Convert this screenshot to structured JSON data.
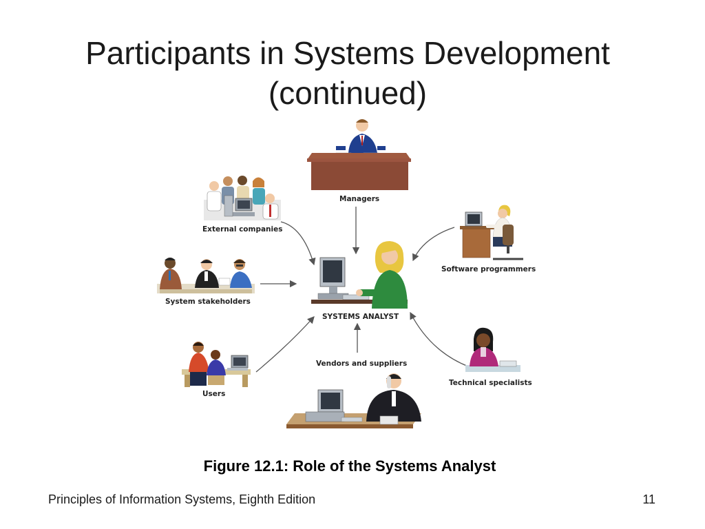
{
  "slide": {
    "title_line1": "Participants in Systems Development",
    "title_line2": "(continued)",
    "caption": "Figure 12.1: Role of the Systems Analyst",
    "footer": "Principles of Information Systems, Eighth Edition",
    "page_number": "11"
  },
  "diagram": {
    "center": "SYSTEMS ANALYST",
    "nodes": {
      "managers": "Managers",
      "external_companies": "External companies",
      "system_stakeholders": "System stakeholders",
      "users": "Users",
      "vendors_suppliers": "Vendors and suppliers",
      "software_programmers": "Software programmers",
      "technical_specialists": "Technical specialists"
    }
  },
  "colors": {
    "title": "#1a1a1a",
    "arrow": "#555555",
    "desk_brown": "#8b4a36",
    "analyst_jacket": "#2e8b3e",
    "manager_suit": "#1f3f8f"
  }
}
